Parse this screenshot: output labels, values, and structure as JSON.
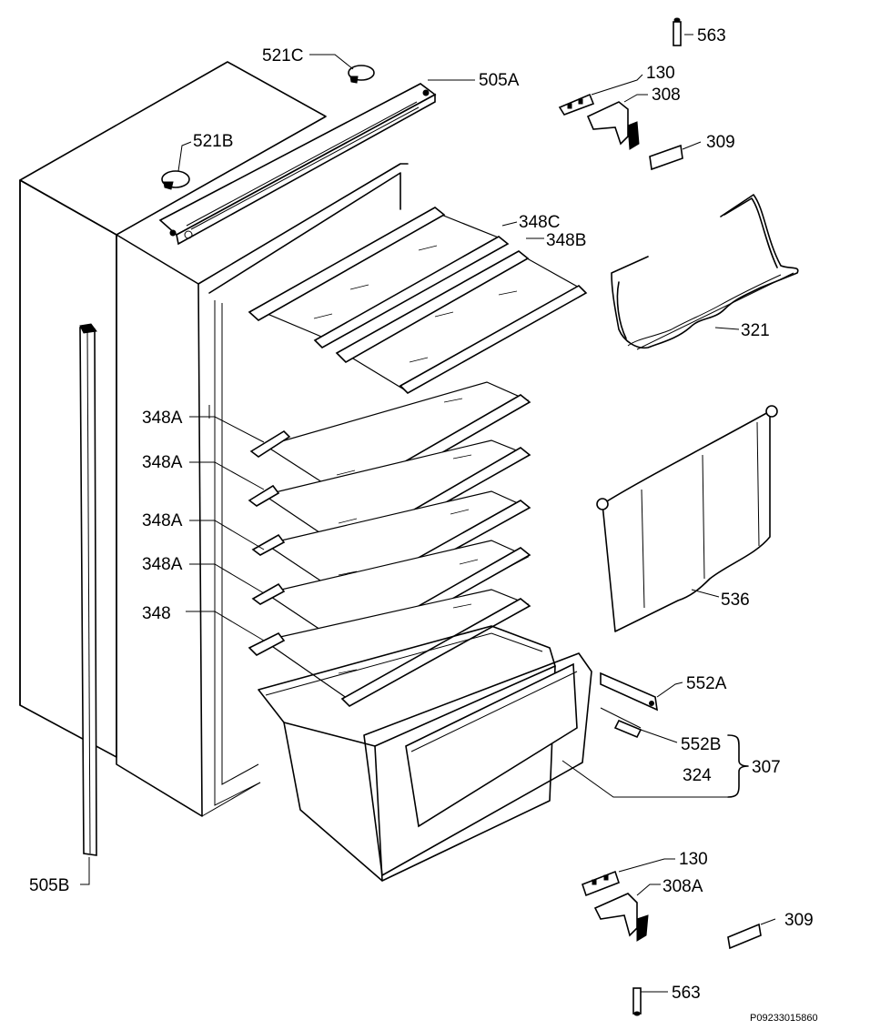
{
  "labels": {
    "l563_top": "563",
    "l521c": "521C",
    "l505a": "505A",
    "l130_top": "130",
    "l308": "308",
    "l521b": "521B",
    "l309_top": "309",
    "l348c": "348C",
    "l348b": "348B",
    "l321": "321",
    "l348a_1": "348A",
    "l348a_2": "348A",
    "l348a_3": "348A",
    "l348a_4": "348A",
    "l348": "348",
    "l536": "536",
    "l552a": "552A",
    "l552b": "552B",
    "l307": "307",
    "l324": "324",
    "l505b": "505B",
    "l130_bottom": "130",
    "l308a": "308A",
    "l309_bottom": "309",
    "l563_bottom": "563"
  },
  "reference_code": "P09233015860"
}
